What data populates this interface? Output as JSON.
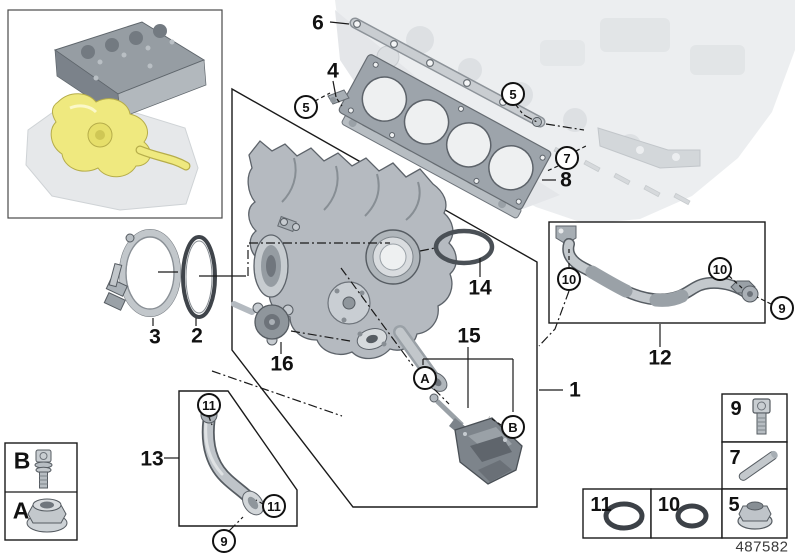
{
  "footer": {
    "diagram_number": "487582"
  },
  "callouts": {
    "n1": "1",
    "n2": "2",
    "n3": "3",
    "n4": "4",
    "n6": "6",
    "n8": "8",
    "n12": "12",
    "n13": "13",
    "n14": "14",
    "n15": "15",
    "n16": "16",
    "c5_left": "5",
    "c5_right": "5",
    "c7": "7",
    "c9_right": "9",
    "c9_bottom": "9",
    "c10_left": "10",
    "c10_right": "10",
    "c11_top": "11",
    "c11_right": "11",
    "cA": "A",
    "cB": "B"
  },
  "legend": {
    "bolt_b": "B",
    "nut_a": "A",
    "screw_9": "9",
    "pin_7": "7",
    "oring_11": "11",
    "oring_10": "10",
    "nut_5": "5"
  },
  "colors": {
    "line": "#1a1a1a",
    "engine_gray": "#b5bac0",
    "engine_gray_light": "#e9ebed",
    "highlight_yellow": "#efe97f",
    "seal_dark": "#3c4147",
    "background": "#ffffff"
  }
}
